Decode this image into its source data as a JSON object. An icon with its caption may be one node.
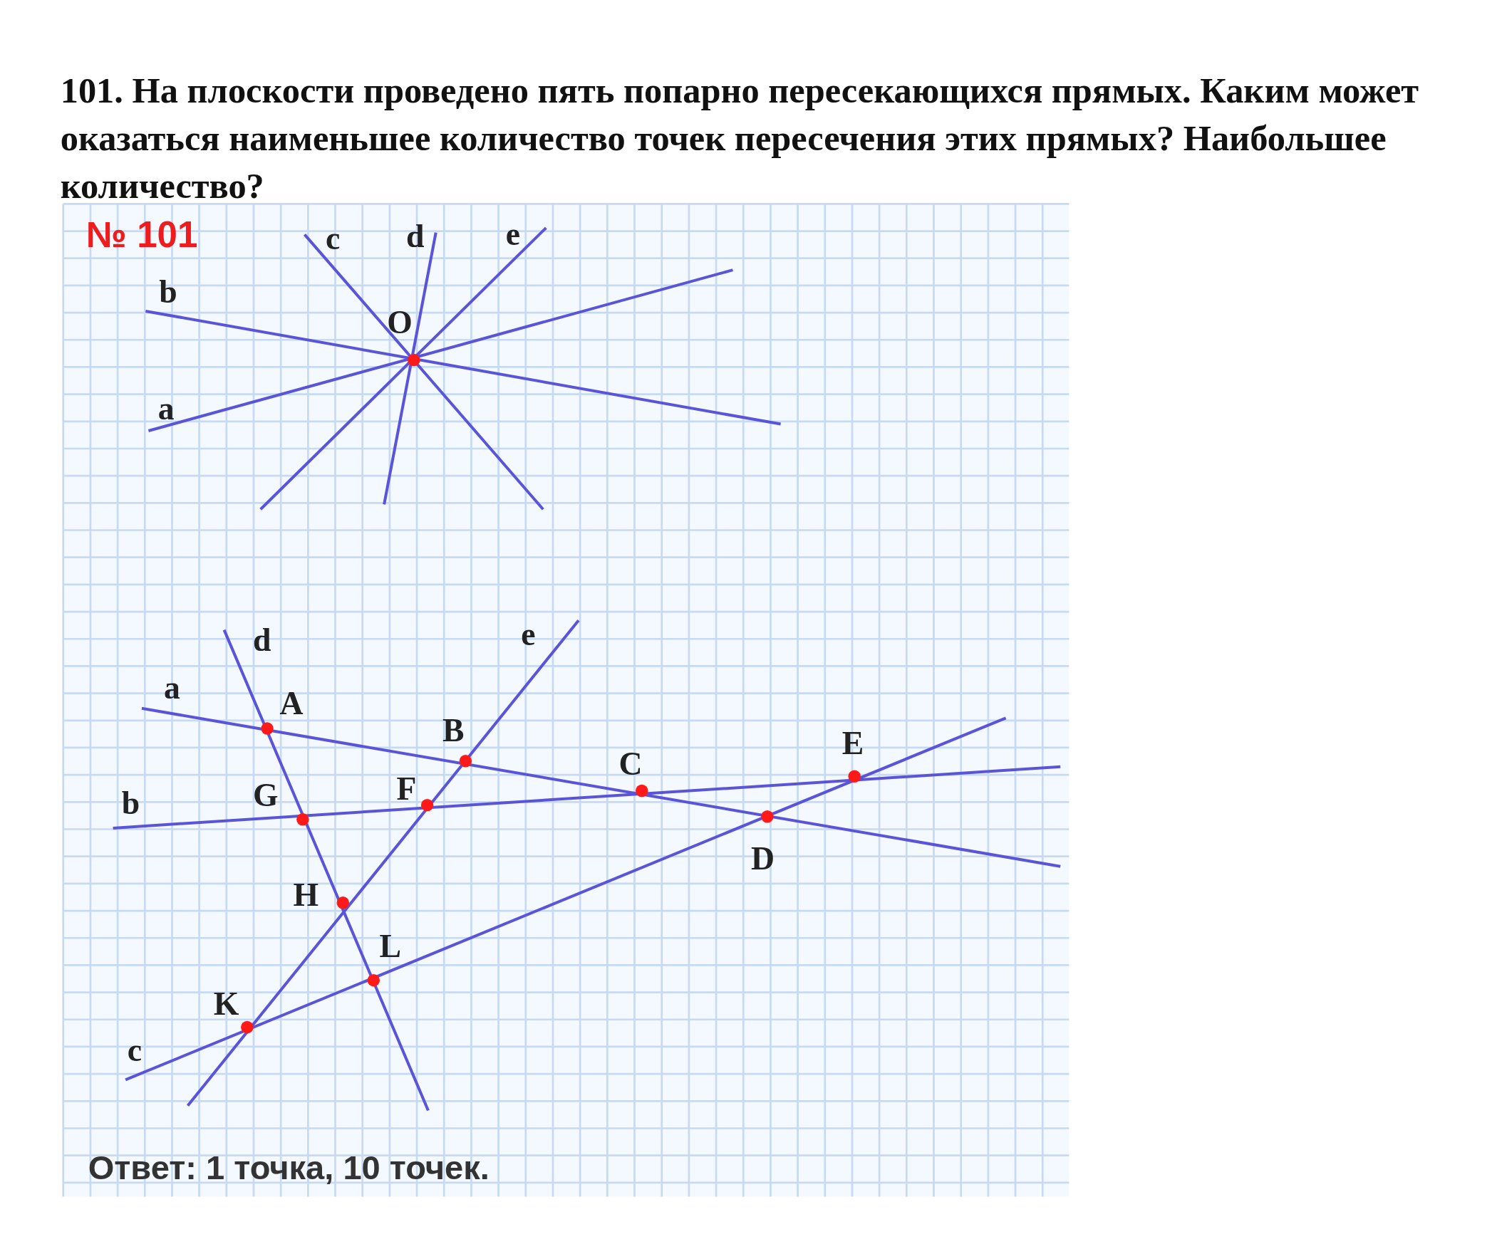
{
  "diagram": {
    "title": "101. На плоскости проведено пять попарно пересекающихся прямых. Каким может оказаться наименьшее количество точек пересечения этих прямых? Наибольшее количество?",
    "labels": [
      "№ 101",
      "c",
      "d",
      "e",
      "b",
      "O",
      "a",
      "d",
      "e",
      "a",
      "A",
      "B",
      "E",
      "C",
      "b",
      "G",
      "F",
      "D",
      "H",
      "L",
      "K",
      "c",
      "Ответ: 1 точка, 10 точек."
    ]
  }
}
